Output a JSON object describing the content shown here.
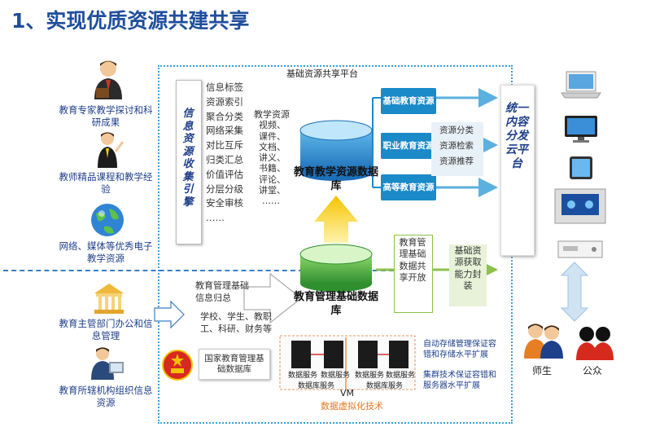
{
  "title": "1、实现优质资源共建共享",
  "platform_title": "基础资源共享平台",
  "sources": [
    {
      "label": "教育专家教学探讨和科研成果"
    },
    {
      "label": "教师精品课程和教学经验"
    },
    {
      "label": "网络、媒体等优秀电子教学资源"
    },
    {
      "label": "教育主管部门办公和信息管理"
    },
    {
      "label": "教育所辖机构组织信息资源"
    }
  ],
  "collection": {
    "title": "信息资源收集引擎",
    "items": [
      "信息标签",
      "资源索引",
      "聚合分类",
      "网络采集",
      "对比互斥",
      "归类汇总",
      "价值评估",
      "分层分级",
      "安全审核",
      "……"
    ]
  },
  "teaching_resources": [
    "教学资源",
    "视频、",
    "课件、",
    "文档、",
    "讲义、",
    "书籍、",
    "评论、",
    "讲堂、",
    "……"
  ],
  "db_teaching": "教育教学资源数据库",
  "db_management": "教育管理基础数据库",
  "resource_buttons": [
    "基础教育资源",
    "职业教育资源",
    "高等教育资源"
  ],
  "services": [
    "资源分类",
    "资源检索",
    "资源推荐"
  ],
  "cloud_platform": "统一内容分发云平台",
  "mgmt_share": "教育管理基础数据共享开放",
  "capability": "基础资源获取能力封装",
  "mgmt_info": "教育管理基础信息归总",
  "entities": "学校、学生、教职工、科研、财务等",
  "national_db": "国家教育管理基础数据库",
  "server_labels": {
    "data_service": "数据服务",
    "db_service": "数据库服务"
  },
  "vm": "VM",
  "virtualization": "数据虚拟化技术",
  "notes": [
    "自动存储管理保证容错和存储水平扩展",
    "集群技术保证容错和服务器水平扩展"
  ],
  "users": [
    "师生",
    "公众"
  ],
  "colors": {
    "primary_blue": "#1e3f8a",
    "accent_blue": "#1a8ac8",
    "green": "#8cc14a",
    "orange": "#e87722"
  }
}
